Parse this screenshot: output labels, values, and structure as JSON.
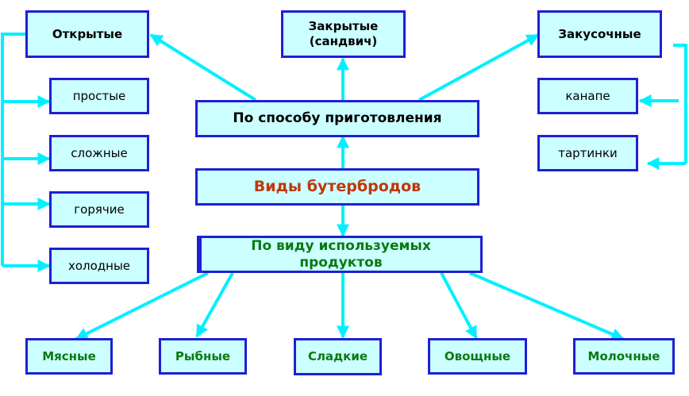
{
  "colors": {
    "box_fill": "#ccffff",
    "box_border": "#1f1fd6",
    "arrow": "#00f0ff",
    "center_text": "#c0360a",
    "product_text": "#0a7a10"
  },
  "center": "Виды бутербродов",
  "method": "По способу приготовления",
  "products_head": "По виду используемых продуктов",
  "open": {
    "title": "Открытые",
    "items": [
      "простые",
      "сложные",
      "горячие",
      "холодные"
    ]
  },
  "closed": {
    "title_line1": "Закрытые",
    "title_line2": "(сандвич)"
  },
  "snack": {
    "title": "Закусочные",
    "items": [
      "канапе",
      "тартинки"
    ]
  },
  "products": [
    "Мясные",
    "Рыбные",
    "Сладкие",
    "Овощные",
    "Молочные"
  ]
}
